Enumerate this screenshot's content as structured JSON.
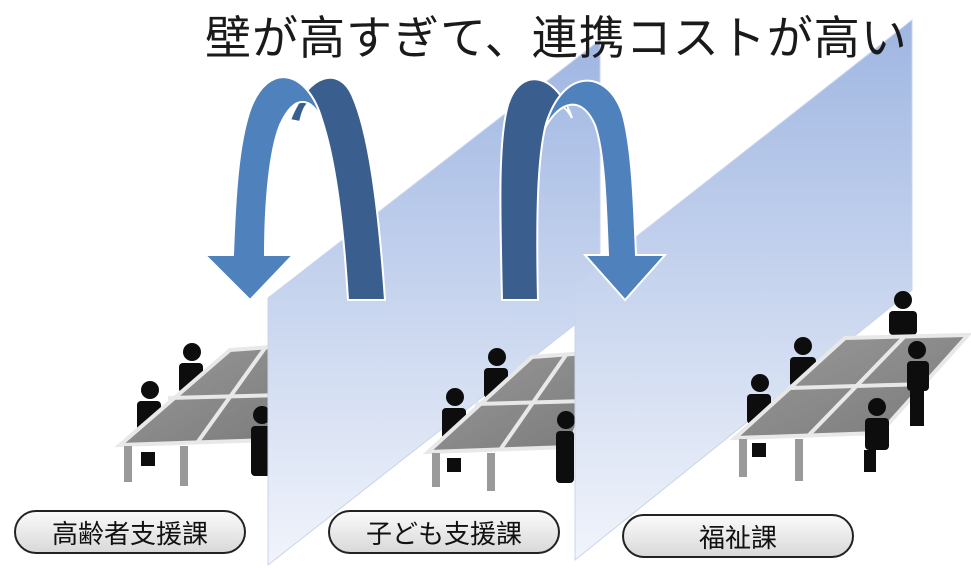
{
  "title": "壁が高すぎて、連携コストが高い",
  "departments": [
    {
      "label": "高齢者支援課"
    },
    {
      "label": "子ども支援課"
    },
    {
      "label": "福祉課"
    }
  ],
  "colors": {
    "arrow_light": "#4f81bd",
    "arrow_dark": "#3a5f8f",
    "wall_top": "#a9bde6",
    "wall_bottom": "#eef2fb",
    "table": "#8c8c8c",
    "person": "#0d0d0d"
  }
}
